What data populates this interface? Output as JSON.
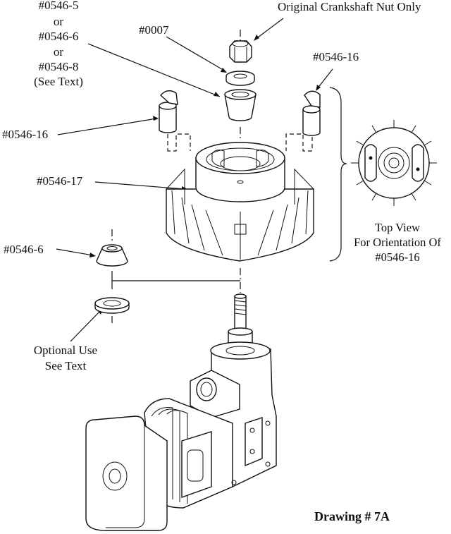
{
  "labels": {
    "nut_options": [
      "#0546-5",
      "or",
      "#0546-6",
      "or",
      "#0546-8",
      "(See Text)"
    ],
    "original_nut": "Original Crankshaft Nut Only",
    "washer_0007": "#0007",
    "pin_right": "#0546-16",
    "pin_left": "#0546-16",
    "fan": "#0546-17",
    "cone_lower": "#0546-6",
    "optional_use": [
      "Optional Use",
      "See Text"
    ],
    "top_view": [
      "Top View",
      "For Orientation Of",
      "#0546-16"
    ],
    "drawing_title": "Drawing # 7A"
  },
  "colors": {
    "ink": "#111111",
    "paper": "#ffffff"
  }
}
